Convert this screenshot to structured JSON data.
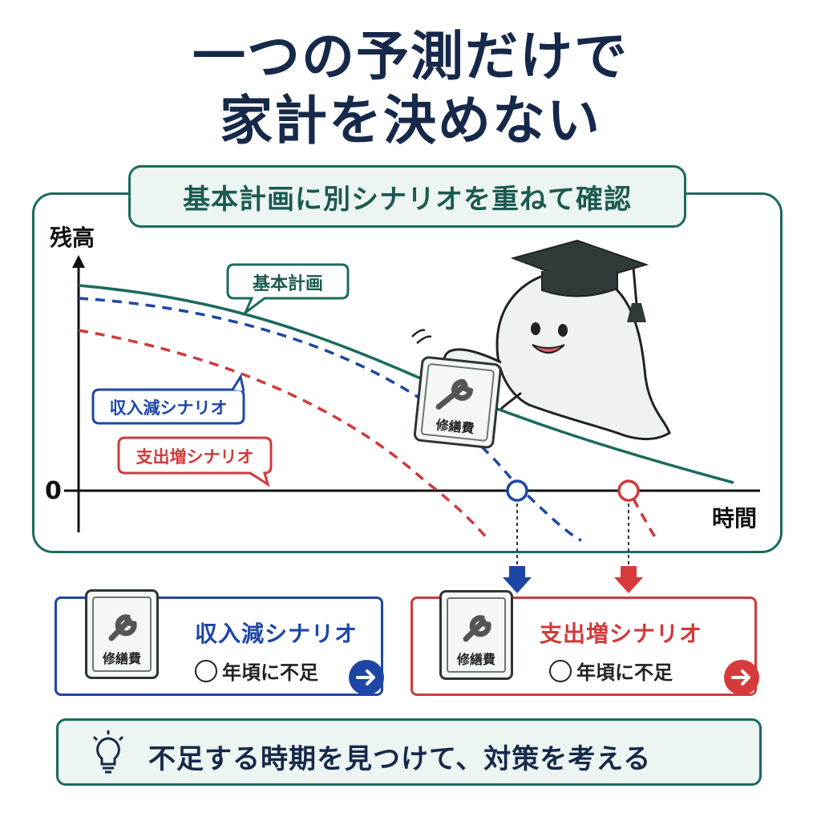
{
  "title": {
    "line1": "一つの予測だけで",
    "line2": "家計を決めない"
  },
  "chart": {
    "header": "基本計画に別シナリオを重ねて確認",
    "y_axis_label": "残高",
    "x_axis_label": "時間",
    "zero_label": "0",
    "callouts": {
      "base": "基本計画",
      "income": "収入減シナリオ",
      "expense": "支出増シナリオ"
    },
    "held_card_label": "修繕費"
  },
  "chart_data": {
    "type": "line",
    "x_label": "時間",
    "y_label": "残高",
    "series": [
      {
        "name": "基本計画",
        "style": "solid",
        "color": "#1b6b5c"
      },
      {
        "name": "収入減シナリオ",
        "style": "dashed",
        "color": "#1d46a6"
      },
      {
        "name": "支出増シナリオ",
        "style": "dashed",
        "color": "#d03a3a"
      }
    ]
  },
  "cards": [
    {
      "scenario": "収入減シナリオ",
      "shortfall": "年頃に不足",
      "icon_label": "修繕費",
      "color": "#1d46a6"
    },
    {
      "scenario": "支出増シナリオ",
      "shortfall": "年頃に不足",
      "icon_label": "修繕費",
      "color": "#d03a3a"
    }
  ],
  "footer": {
    "text": "不足する時期を見つけて、対策を考える",
    "icon": "lightbulb-icon"
  },
  "colors": {
    "navy": "#16294a",
    "teal": "#1b6b5c",
    "blue": "#1d46a6",
    "red": "#d03a3a"
  }
}
